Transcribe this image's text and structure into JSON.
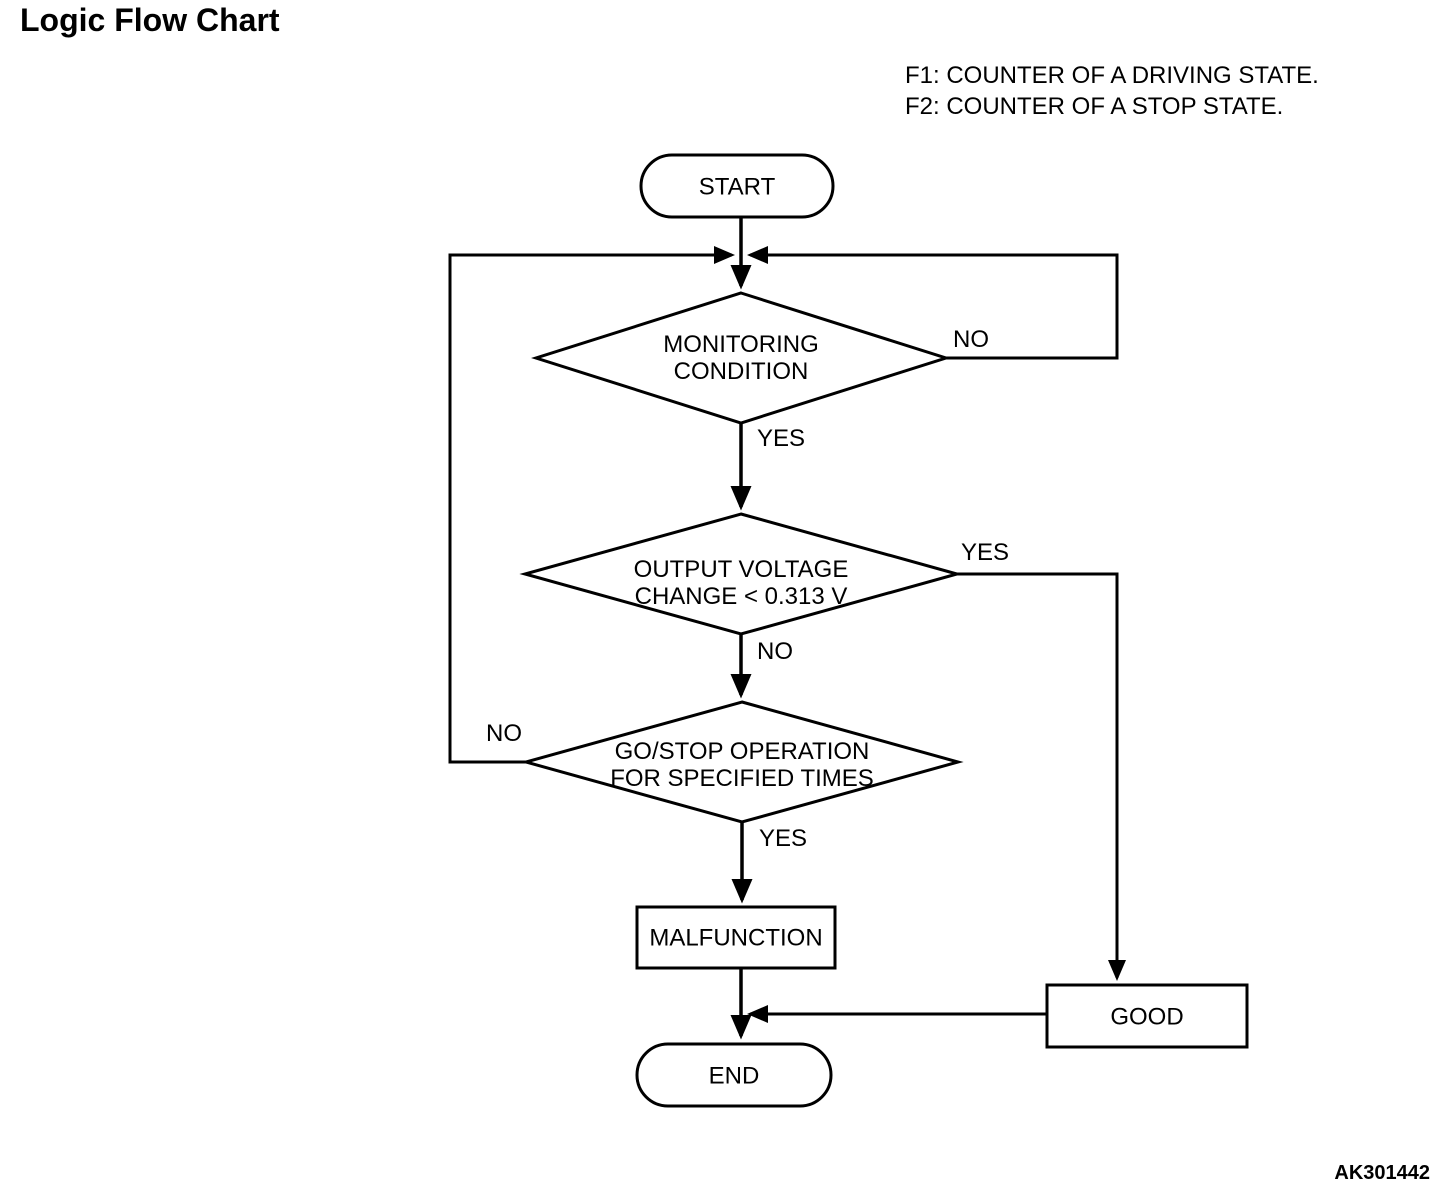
{
  "title": "Logic Flow Chart",
  "notes": [
    "F1: COUNTER OF A DRIVING STATE.",
    "F2: COUNTER OF A STOP STATE."
  ],
  "nodes": {
    "start": "START",
    "monitoring": {
      "line1": "MONITORING",
      "line2": "CONDITION"
    },
    "voltage": {
      "line1": "OUTPUT VOLTAGE",
      "line2": "CHANGE < 0.313 V"
    },
    "gostop": {
      "line1": "GO/STOP OPERATION",
      "line2": "FOR SPECIFIED TIMES"
    },
    "malfunction": "MALFUNCTION",
    "good": "GOOD",
    "end": "END"
  },
  "edge_labels": {
    "monitoring_no": "NO",
    "monitoring_yes": "YES",
    "voltage_yes": "YES",
    "voltage_no": "NO",
    "gostop_no": "NO",
    "gostop_yes": "YES"
  },
  "figure_code": "AK301442",
  "colors": {
    "line": "#000000",
    "background": "#ffffff",
    "text": "#000000"
  }
}
